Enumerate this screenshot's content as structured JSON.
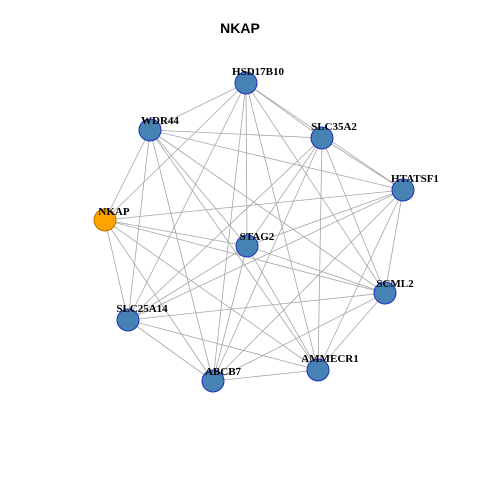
{
  "title": "NKAP",
  "colors": {
    "edge": "#a6a6a6",
    "node_fill": "#4682b4",
    "node_stroke": "#1f2fbf",
    "highlight_fill": "#ffa500",
    "highlight_stroke": "#c26f00"
  },
  "nodes": [
    {
      "id": "HSD17B10",
      "label": "HSD17B10",
      "highlight": false
    },
    {
      "id": "WDR44",
      "label": "WDR44",
      "highlight": false
    },
    {
      "id": "SLC35A2",
      "label": "SLC35A2",
      "highlight": false
    },
    {
      "id": "HTATSF1",
      "label": "HTATSF1",
      "highlight": false
    },
    {
      "id": "NKAP",
      "label": "NKAP",
      "highlight": true
    },
    {
      "id": "STAG2",
      "label": "STAG2",
      "highlight": false
    },
    {
      "id": "SCML2",
      "label": "SCML2",
      "highlight": false
    },
    {
      "id": "SLC25A14",
      "label": "SLC25A14",
      "highlight": false
    },
    {
      "id": "AMMECR1",
      "label": "AMMECR1",
      "highlight": false
    },
    {
      "id": "ABCB7",
      "label": "ABCB7",
      "highlight": false
    }
  ],
  "edges": [
    [
      "HSD17B10",
      "WDR44"
    ],
    [
      "HSD17B10",
      "SLC35A2"
    ],
    [
      "HSD17B10",
      "HTATSF1"
    ],
    [
      "HSD17B10",
      "NKAP"
    ],
    [
      "HSD17B10",
      "STAG2"
    ],
    [
      "HSD17B10",
      "SCML2"
    ],
    [
      "HSD17B10",
      "SLC25A14"
    ],
    [
      "HSD17B10",
      "AMMECR1"
    ],
    [
      "HSD17B10",
      "ABCB7"
    ],
    [
      "WDR44",
      "SLC35A2"
    ],
    [
      "WDR44",
      "HTATSF1"
    ],
    [
      "WDR44",
      "NKAP"
    ],
    [
      "WDR44",
      "STAG2"
    ],
    [
      "WDR44",
      "SCML2"
    ],
    [
      "WDR44",
      "SLC25A14"
    ],
    [
      "WDR44",
      "AMMECR1"
    ],
    [
      "WDR44",
      "ABCB7"
    ],
    [
      "SLC35A2",
      "HTATSF1"
    ],
    [
      "SLC35A2",
      "STAG2"
    ],
    [
      "SLC35A2",
      "SCML2"
    ],
    [
      "SLC35A2",
      "SLC25A14"
    ],
    [
      "SLC35A2",
      "AMMECR1"
    ],
    [
      "SLC35A2",
      "ABCB7"
    ],
    [
      "HTATSF1",
      "NKAP"
    ],
    [
      "HTATSF1",
      "STAG2"
    ],
    [
      "HTATSF1",
      "SCML2"
    ],
    [
      "HTATSF1",
      "SLC25A14"
    ],
    [
      "HTATSF1",
      "AMMECR1"
    ],
    [
      "HTATSF1",
      "ABCB7"
    ],
    [
      "NKAP",
      "STAG2"
    ],
    [
      "NKAP",
      "SCML2"
    ],
    [
      "NKAP",
      "SLC25A14"
    ],
    [
      "NKAP",
      "AMMECR1"
    ],
    [
      "NKAP",
      "ABCB7"
    ],
    [
      "STAG2",
      "SCML2"
    ],
    [
      "STAG2",
      "SLC25A14"
    ],
    [
      "STAG2",
      "AMMECR1"
    ],
    [
      "STAG2",
      "ABCB7"
    ],
    [
      "SCML2",
      "SLC25A14"
    ],
    [
      "SCML2",
      "AMMECR1"
    ],
    [
      "SCML2",
      "ABCB7"
    ],
    [
      "SLC25A14",
      "AMMECR1"
    ],
    [
      "SLC25A14",
      "ABCB7"
    ],
    [
      "AMMECR1",
      "ABCB7"
    ]
  ]
}
